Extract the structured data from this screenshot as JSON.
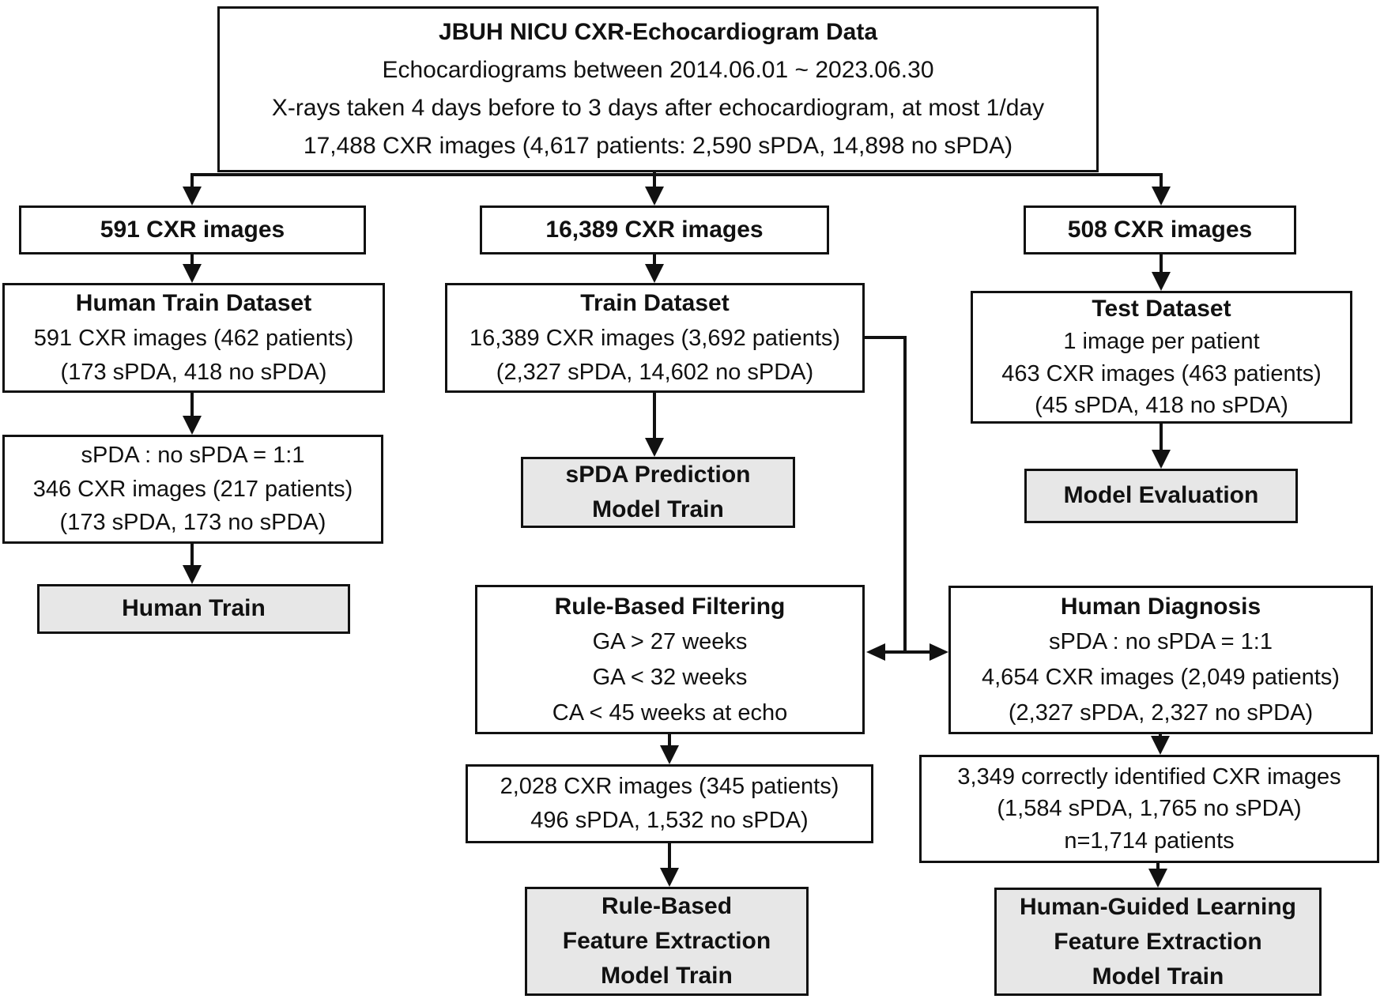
{
  "diagram": {
    "type": "flowchart",
    "colors": {
      "box_fill": "#ffffff",
      "process_fill": "#e7e7e7",
      "border": "#111111",
      "text": "#111111",
      "connector": "#111111"
    },
    "nodes": {
      "root": {
        "title": "JBUH NICU CXR-Echocardiogram Data",
        "lines": [
          "Echocardiograms between 2014.06.01 ~ 2023.06.30",
          "X-rays taken 4 days before to 3 days after echocardiogram, at most 1/day",
          "17,488 CXR images (4,617 patients: 2,590 sPDA, 14,898 no sPDA)"
        ]
      },
      "branch_left": {
        "label": "591 CXR images"
      },
      "branch_center": {
        "label": "16,389 CXR images"
      },
      "branch_right": {
        "label": "508 CXR images"
      },
      "human_train_dataset": {
        "title": "Human Train Dataset",
        "lines": [
          "591 CXR images (462 patients)",
          "(173 sPDA, 418 no sPDA)"
        ]
      },
      "train_dataset": {
        "title": "Train Dataset",
        "lines": [
          "16,389 CXR images (3,692 patients)",
          "(2,327 sPDA, 14,602 no sPDA)"
        ]
      },
      "test_dataset": {
        "title": "Test Dataset",
        "lines": [
          "1 image per patient",
          "463 CXR images (463 patients)",
          "(45 sPDA, 418 no sPDA)"
        ]
      },
      "balanced_sample": {
        "lines": [
          "sPDA : no sPDA = 1:1",
          "346 CXR images (217 patients)",
          "(173 sPDA, 173 no sPDA)"
        ]
      },
      "human_train": {
        "label": "Human Train"
      },
      "spda_prediction_model_train": {
        "lines": [
          "sPDA Prediction",
          "Model Train"
        ]
      },
      "model_evaluation": {
        "label": "Model Evaluation"
      },
      "rule_based_filtering": {
        "title": "Rule-Based Filtering",
        "lines": [
          "GA > 27 weeks",
          "GA < 32 weeks",
          "CA < 45 weeks at echo"
        ]
      },
      "human_diagnosis": {
        "title": "Human Diagnosis",
        "lines": [
          "sPDA : no sPDA = 1:1",
          "4,654 CXR images (2,049 patients)",
          "(2,327 sPDA, 2,327 no sPDA)"
        ]
      },
      "rule_filtered_result": {
        "lines": [
          "2,028 CXR images (345 patients)",
          "496 sPDA, 1,532 no sPDA)"
        ]
      },
      "correctly_identified": {
        "lines": [
          "3,349 correctly identified CXR images",
          "(1,584 sPDA, 1,765 no sPDA)",
          "n=1,714 patients"
        ]
      },
      "rule_based_feature_extraction": {
        "lines": [
          "Rule-Based",
          "Feature Extraction",
          "Model Train"
        ]
      },
      "human_guided_feature_extraction": {
        "lines": [
          "Human-Guided Learning",
          "Feature Extraction",
          "Model Train"
        ]
      }
    }
  }
}
